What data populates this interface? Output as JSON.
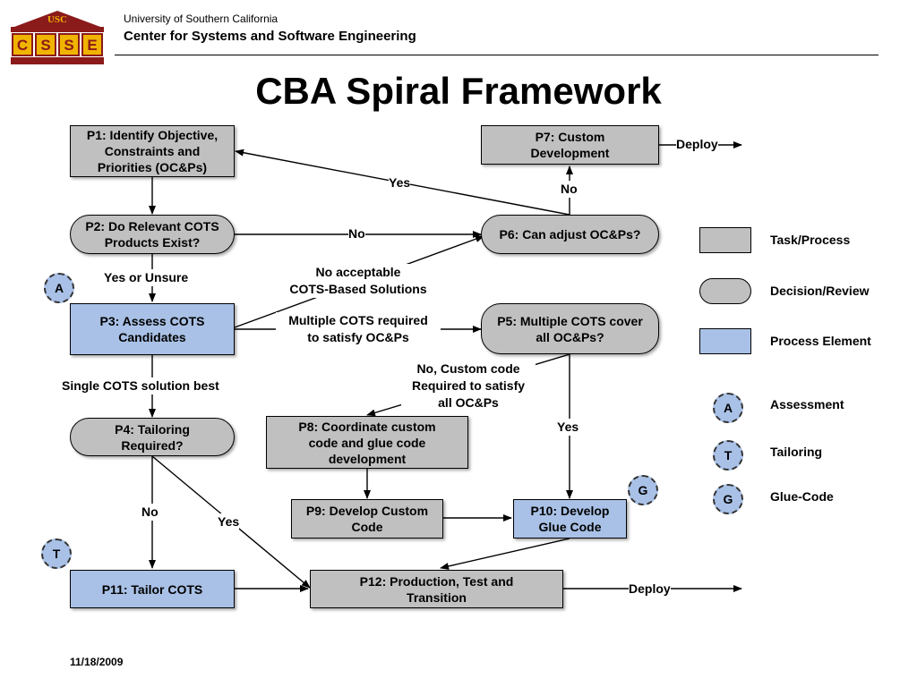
{
  "header": {
    "logo_text": "USC",
    "logo_letters": [
      "C",
      "S",
      "S",
      "E"
    ],
    "university": "University of Southern California",
    "center": "Center for Systems and Software Engineering"
  },
  "title": "CBA Spiral Framework",
  "nodes": {
    "p1": "P1: Identify Objective,\nConstraints and\nPriorities (OC&Ps)",
    "p2": "P2: Do Relevant COTS\nProducts Exist?",
    "p3": "P3: Assess COTS\nCandidates",
    "p4": "P4: Tailoring\nRequired?",
    "p5": "P5: Multiple COTS cover\nall OC&Ps?",
    "p6": "P6: Can adjust OC&Ps?",
    "p7": "P7: Custom\nDevelopment",
    "p8": "P8: Coordinate custom\ncode and glue code\ndevelopment",
    "p9": "P9: Develop Custom\nCode",
    "p10": "P10: Develop\nGlue Code",
    "p11": "P11: Tailor COTS",
    "p12": "P12: Production, Test and\nTransition"
  },
  "edge_labels": {
    "deploy_top": "Deploy",
    "yes_p6_p1": "Yes",
    "no_p6_p7": "No",
    "no_p2_p6": "No",
    "yes_or_unsure": "Yes or Unsure",
    "no_acceptable": "No acceptable\nCOTS-Based Solutions",
    "multiple_cots": "Multiple COTS required\nto satisfy OC&Ps",
    "single_cots": "Single COTS solution best",
    "no_custom_code": "No, Custom code\nRequired to satisfy\nall OC&Ps",
    "yes_p5_p10": "Yes",
    "no_p4_p11": "No",
    "yes_p4_p12": "Yes",
    "deploy_bottom": "Deploy"
  },
  "markers": {
    "a": "A",
    "t": "T",
    "g": "G"
  },
  "legend": {
    "task": "Task/Process",
    "decision": "Decision/Review",
    "process_element": "Process Element",
    "assessment_letter": "A",
    "assessment": "Assessment",
    "tailoring_letter": "T",
    "tailoring": "Tailoring",
    "glue_letter": "G",
    "glue": "Glue-Code"
  },
  "footer": {
    "date": "11/18/2009"
  },
  "colors": {
    "task_fill": "#c0c0c0",
    "process_element_fill": "#a9c1e6",
    "logo_red": "#8b1a1a",
    "logo_gold": "#f0b400"
  }
}
